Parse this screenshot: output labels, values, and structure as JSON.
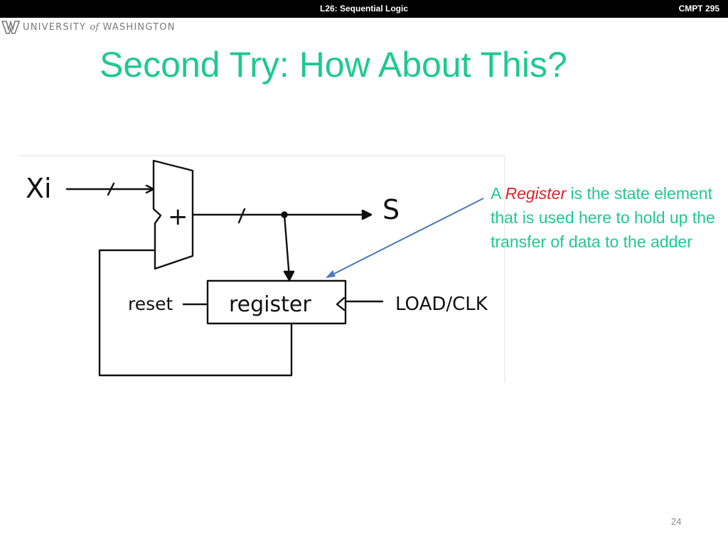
{
  "header": {
    "lecture": "L26: Sequential Logic",
    "course": "CMPT 295"
  },
  "logo": {
    "icon": "uw-w-icon",
    "text_left": "UNIVERSITY",
    "text_of": "of",
    "text_right": "WASHINGTON"
  },
  "slide": {
    "title": "Second Try: How About This?",
    "page_number": "24"
  },
  "diagram": {
    "input_label": "Xi",
    "output_label": "S",
    "adder_symbol": "+",
    "reset_label": "reset",
    "register_label": "register",
    "clock_label": "LOAD/CLK"
  },
  "note": {
    "prefix": "A",
    "highlight": "Register",
    "rest": "is the state element that is used here to hold up the transfer of data to the adder"
  },
  "colors": {
    "accent": "#1fc98e",
    "highlight": "#e0212a",
    "arrow": "#4a78b8",
    "header_bg": "#000000"
  }
}
